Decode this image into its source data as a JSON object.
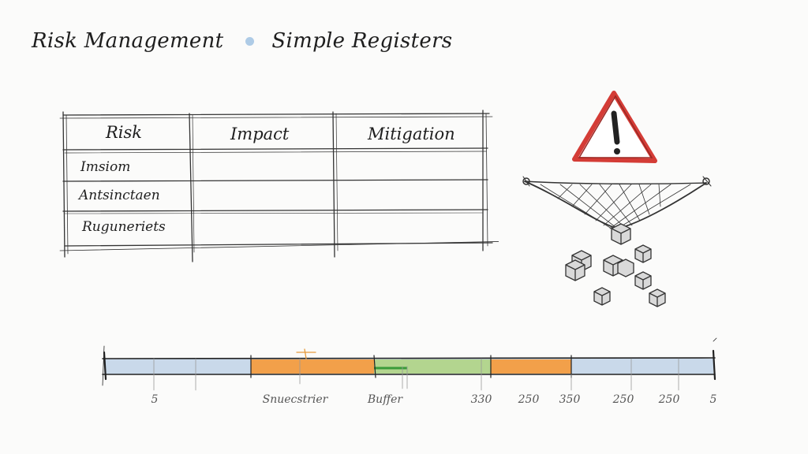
{
  "title": {
    "left": "Risk Management",
    "right": "Simple Registers"
  },
  "register": {
    "headers": [
      "Risk",
      "Impact",
      "Mitigation"
    ],
    "rows": [
      "Imsiom",
      "Antsinctaen",
      "Ruguneriets"
    ]
  },
  "illustrations": {
    "warning_icon": "warning-triangle-icon",
    "net_icon": "safety-net-icon"
  },
  "timeline": {
    "labels": [
      "5",
      "Snuecstrier",
      "Buffer",
      "330",
      "250",
      "350",
      "250",
      "250",
      "5"
    ],
    "segment_colors": {
      "base": "#c9d9ea",
      "risk": "#f2a04a",
      "buffer": "#b3d58f",
      "marker": "#3a9b3a"
    }
  },
  "colors": {
    "warning_red": "#d43c36",
    "accent_dot": "#aecbe6"
  }
}
